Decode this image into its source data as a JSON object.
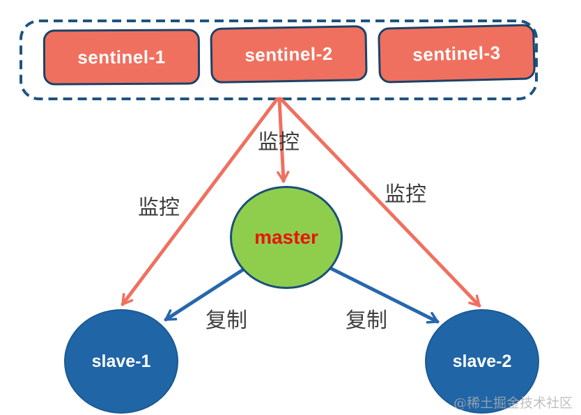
{
  "diagram": {
    "title_hint": "redis-sentinel-topology",
    "sentinel_group": {
      "boxes": [
        {
          "label": "sentinel-1"
        },
        {
          "label": "sentinel-2"
        },
        {
          "label": "sentinel-3"
        }
      ]
    },
    "nodes": {
      "master": {
        "label": "master"
      },
      "slave1": {
        "label": "slave-1"
      },
      "slave2": {
        "label": "slave-2"
      }
    },
    "edges": {
      "monitor_master_label": "监控",
      "monitor_slave1_label": "监控",
      "monitor_slave2_label": "监控",
      "replicate_slave1_label": "复制",
      "replicate_slave2_label": "复制"
    },
    "watermark": "@稀土掘金技术社区",
    "colors": {
      "sentinel_fill": "#F0705F",
      "sentinel_border": "#1B4267",
      "dashed_border": "#1D5480",
      "master_fill": "#8FCE4C",
      "master_text": "#E8140C",
      "node_border": "#1B4F79",
      "slave_fill": "#2065A6",
      "slave_border": "#1B5A94",
      "monitor_arrow": "#F0705F",
      "replicate_arrow": "#2667AE",
      "label_text": "#3E3E3E",
      "watermark_color": "#B0B0B0"
    }
  }
}
